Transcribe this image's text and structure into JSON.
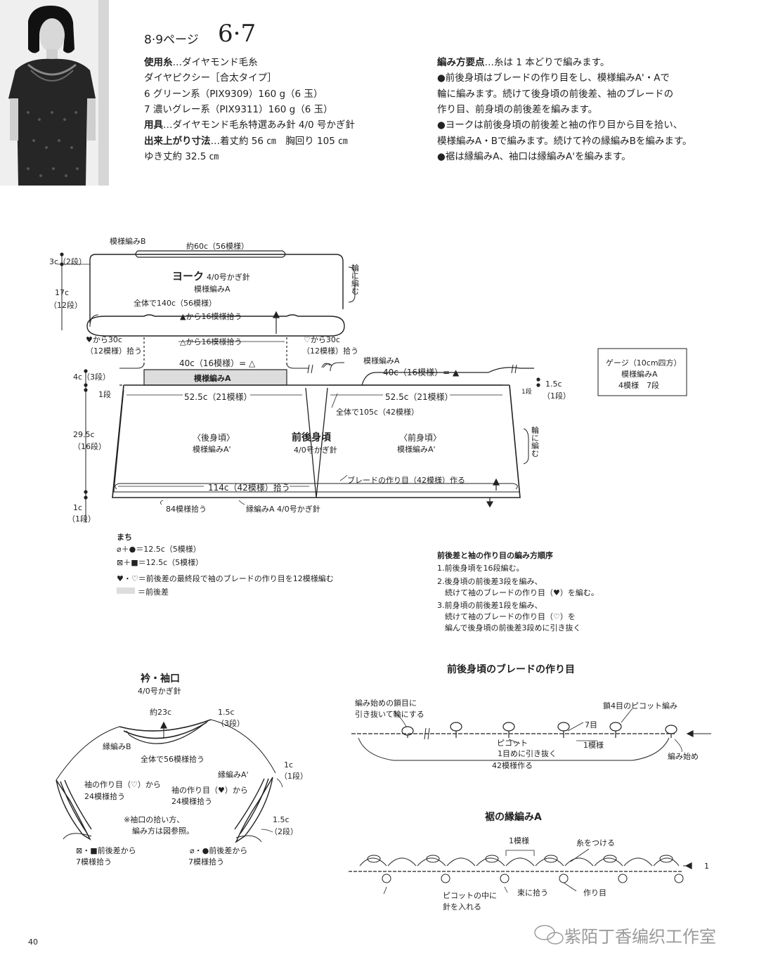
{
  "header": {
    "page_ref": "8·9ページ",
    "pattern_no": "6·7",
    "materials_label": "使用糸",
    "materials_lines": [
      "…ダイヤモンド毛糸",
      "ダイヤピクシー［合太タイプ］",
      "6 グリーン系（PIX9309）160 g（6 玉）",
      "7 濃いグレー系（PIX9311）160 g（6 玉）"
    ],
    "tools_label": "用具",
    "tools_text": "…ダイヤモンド毛糸特選あみ針 4/0 号かぎ針",
    "size_label": "出来上がり寸法",
    "size_text": "…着丈約 56 ㎝　胸回り 105 ㎝",
    "size_line2": "ゆき丈約 32.5 ㎝"
  },
  "method": {
    "label": "編み方要点",
    "lines": [
      "…糸は 1 本どりで編みます。",
      "●前後身頃はブレードの作り目をし、模様編みA'・Aで",
      "輪に編みます。続けて後身頃の前後差、袖のブレードの",
      "作り目、前身頃の前後差を編みます。",
      "●ヨークは前後身頃の前後差と袖の作り目から目を拾い、",
      "模様編みA・Bで編みます。続けて衿の縁編みBを編みます。",
      "●裾は縁編みA、袖口は縁編みA'を編みます。"
    ]
  },
  "main_diagram": {
    "yoke_top_label": "模様編みB",
    "yoke_top_width": "約60c（56模様）",
    "left_dim_3c": "3c（2段）",
    "left_dim_17c": "17c",
    "left_dim_12dan": "（12段）",
    "wa_ni_amu": [
      "輪",
      "に",
      "編",
      "む"
    ],
    "yoke_title": "ヨーク",
    "yoke_hook": "4/0号かぎ針",
    "yoke_pattern": "模様編みA",
    "yoke_total": "全体で140c（56模様）",
    "yoke_pick_solid": "▲から16模様拾う",
    "yoke_pick_open": "△から16模様拾う",
    "heart_solid_from": "♥から30c",
    "heart_solid_pick": "（12模様）拾う",
    "heart_open_from": "♡から30c",
    "heart_open_pick": "（12模様）拾う",
    "back_40c": "40c（16模様）= △",
    "back_band_label": "模様編みA",
    "front_pattern_label": "模様編みA",
    "front_40c": "40c（16模様）= ▲",
    "right_15c": "1.5c",
    "right_1dan": "（1段）",
    "small_1dan": "1段",
    "left_4c": "4c（3段）",
    "left_1dan": "1段",
    "w_525_left": "52.5c（21模様）",
    "w_525_right": "52.5c（21模様）",
    "total_105": "全体で105c（42模様）",
    "left_295": "29.5c",
    "left_16dan": "（16段）",
    "back_body": "〈後身頃〉",
    "back_body_pattern": "模様編みA'",
    "body_title": "前後身頃",
    "body_hook": "4/0号かぎ針",
    "front_body": "〈前身頃〉",
    "front_body_pattern": "模様編みA'",
    "wa_ni_amu2": [
      "輪",
      "に",
      "編",
      "む"
    ],
    "hem_pick": "114c（42模様）拾う",
    "braid_note": "ブレードの作り目（42模様）作る",
    "left_1c": "1c",
    "left_1dan2": "（1段）",
    "hem_84": "84模様拾う",
    "hem_edge": "縁編みA 4/0号かぎ針"
  },
  "gauge": {
    "title": "ゲージ（10cm四方）",
    "pattern": "模様編みA",
    "value": "4模様　7段"
  },
  "legend": {
    "title": "まち",
    "lines": [
      "⌀＋●＝12.5c（5模様）",
      "⊠＋■＝12.5c（5模様）",
      "♥・♡＝前後差の最終段で袖のブレードの作り目を12模様編む",
      "＝前後差"
    ]
  },
  "order": {
    "title": "前後差と袖の作り目の編み方順序",
    "lines": [
      "1.前後身頃を16段編む。",
      "2.後身頃の前後差3段を編み、",
      "　続けて袖のブレードの作り目（♥）を編む。",
      "3.前身頃の前後差1段を編み、",
      "　続けて袖のブレードの作り目（♡）を",
      "　編んで後身頃の前後差3段めに引き抜く"
    ]
  },
  "collar": {
    "title": "衿・袖口",
    "hook": "4/0号かぎ針",
    "width": "約23c",
    "dim_15c": "1.5c",
    "dim_3dan": "（3段）",
    "edge_b": "縁編みB",
    "total_pick": "全体で56模様拾う",
    "edge_a_prime": "縁編みA'",
    "dim_1c": "1c",
    "dim_1dan": "（1段）",
    "sleeve_open_1": "袖の作り目（♡）から",
    "sleeve_open_2": "24模様拾う",
    "sleeve_solid_1": "袖の作り目（♥）から",
    "sleeve_solid_2": "24模様拾う",
    "note_1": "※袖口の拾い方、",
    "note_2": "編み方は図参照。",
    "dim_15c_b": "1.5c",
    "dim_2dan": "（2段）",
    "pick_left_1": "⊠・■前後差から",
    "pick_left_2": "7模様拾う",
    "pick_right_1": "⌀・●前後差から",
    "pick_right_2": "7模様拾う"
  },
  "braid": {
    "title": "前後身頃のブレードの作り目",
    "start_note_1": "編み始めの鎖目に",
    "start_note_2": "引き抜いて輪にする",
    "picot_note": "鎖4目のピコット編み",
    "seven": "7目",
    "picot": "ピコット",
    "first_stitch": "1目めに引き抜く",
    "one_pattern": "1模様",
    "make_42": "42模様作る",
    "start": "編み始め"
  },
  "hem": {
    "title": "裾の縁編みA",
    "one_pattern": "1模様",
    "attach": "糸をつける",
    "arrow_num": "1",
    "picot_in_1": "ピコットの中に",
    "picot_in_2": "針を入れる",
    "bundle": "束に拾う",
    "make": "作り目"
  },
  "footer": {
    "page_number": "40",
    "watermark": "紫陌丁香编织工作室"
  }
}
